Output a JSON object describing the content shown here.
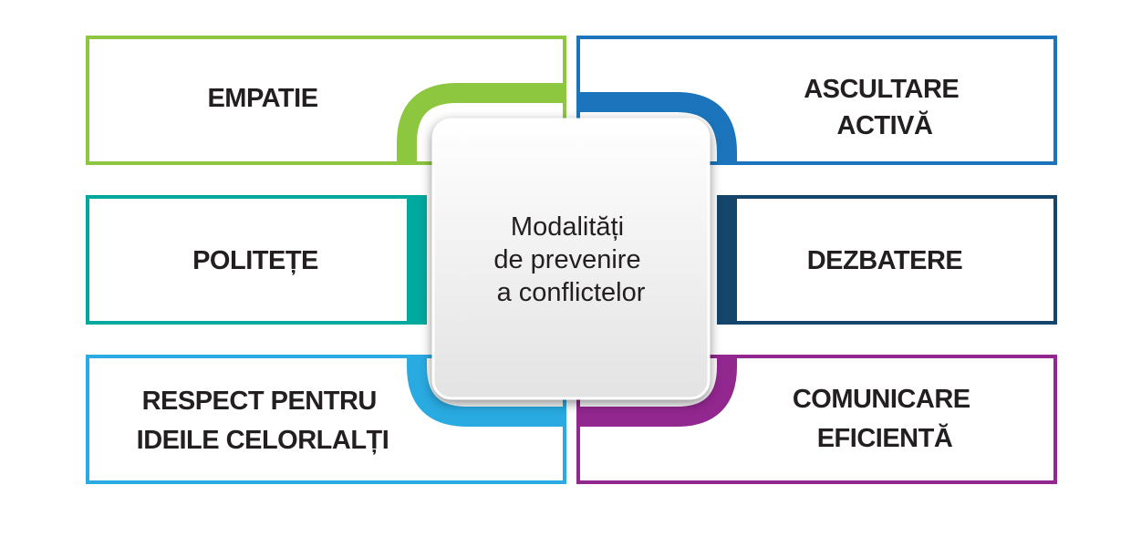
{
  "center": {
    "lines": [
      "Modalități",
      "de prevenire",
      "a conflictelor"
    ]
  },
  "boxes": [
    {
      "id": "empatie",
      "lines": [
        "EMPATIE"
      ],
      "color": "#8dc63f"
    },
    {
      "id": "ascultare",
      "lines": [
        "ASCULTARE",
        "ACTIVĂ"
      ],
      "color": "#1c75bc"
    },
    {
      "id": "politete",
      "lines": [
        "POLITEȚE"
      ],
      "color": "#00a99d"
    },
    {
      "id": "dezbatere",
      "lines": [
        "DEZBATERE"
      ],
      "color": "#15456b"
    },
    {
      "id": "respect",
      "lines": [
        "RESPECT PENTRU",
        "IDEILE CELORLALȚI"
      ],
      "color": "#29aae1"
    },
    {
      "id": "comunicare",
      "lines": [
        "COMUNICARE",
        "EFICIENTĂ"
      ],
      "color": "#92278f"
    }
  ]
}
